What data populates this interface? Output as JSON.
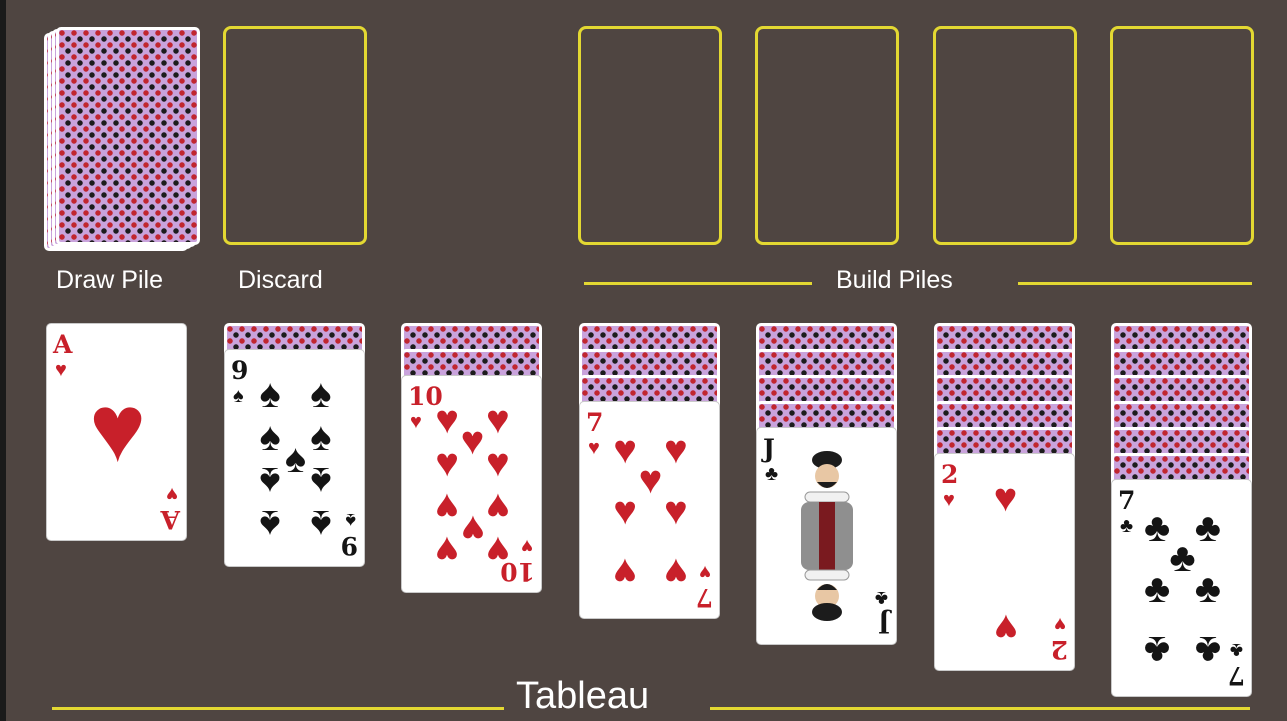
{
  "labels": {
    "draw_pile": "Draw Pile",
    "discard": "Discard",
    "build_piles": "Build Piles",
    "tableau": "Tableau"
  },
  "colors": {
    "felt": "#4f4541",
    "slot_outline": "#e3d832",
    "red_suit": "#c8202a",
    "black_suit": "#141414",
    "card_back": "#c9a3dc"
  },
  "tableau": [
    {
      "face_down": 0,
      "rank": "A",
      "suit": "♥",
      "color": "red"
    },
    {
      "face_down": 1,
      "rank": "9",
      "suit": "♠",
      "color": "black"
    },
    {
      "face_down": 2,
      "rank": "10",
      "suit": "♥",
      "color": "red"
    },
    {
      "face_down": 3,
      "rank": "7",
      "suit": "♥",
      "color": "red"
    },
    {
      "face_down": 4,
      "rank": "J",
      "suit": "♣",
      "color": "black"
    },
    {
      "face_down": 5,
      "rank": "2",
      "suit": "♥",
      "color": "red"
    },
    {
      "face_down": 6,
      "rank": "7",
      "suit": "♣",
      "color": "black"
    }
  ]
}
